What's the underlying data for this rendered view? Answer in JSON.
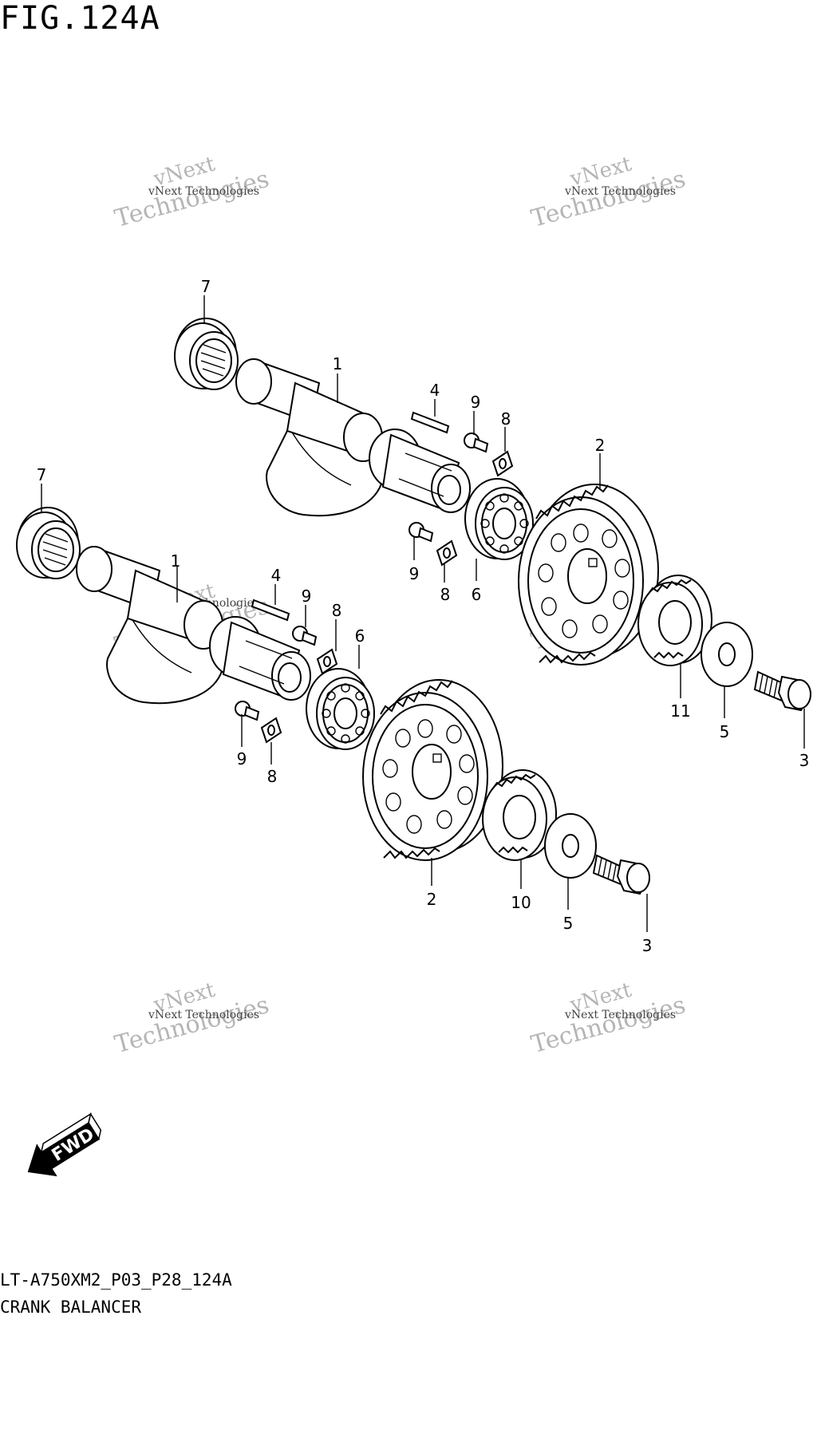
{
  "figure": {
    "title": "FIG.124A",
    "code": "LT-A750XM2_P03_P28_124A",
    "name": "CRANK BALANCER"
  },
  "watermark": {
    "line1": "vNext Technologies",
    "line2": "vNext",
    "line3": "Technologies"
  },
  "direction": {
    "label": "FWD"
  },
  "callouts": {
    "upper": {
      "bearing_7": "7",
      "shaft_1": "1",
      "key_4": "4",
      "bolt_9_a": "9",
      "plate_8_a": "8",
      "gear_2": "2",
      "bolt_9_b": "9",
      "plate_8_b": "8",
      "bearing_6": "6",
      "gear_11": "11",
      "washer_5": "5",
      "bolt_3": "3"
    },
    "lower": {
      "bearing_7": "7",
      "shaft_1": "1",
      "key_4": "4",
      "bolt_9_a": "9",
      "plate_8_a": "8",
      "bearing_6": "6",
      "bolt_9_b": "9",
      "plate_8_b": "8",
      "gear_2": "2",
      "gear_10": "10",
      "washer_5": "5",
      "bolt_3": "3"
    }
  }
}
